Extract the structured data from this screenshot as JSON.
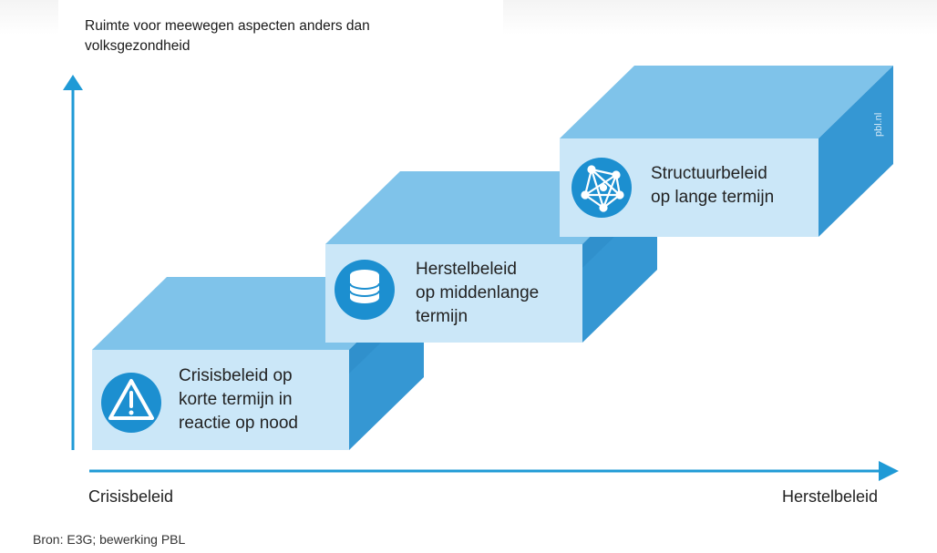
{
  "y_axis_title": [
    "Ruimte voor meewegen aspecten anders dan",
    "volksgezondheid"
  ],
  "x_axis": {
    "start_label": "Crisisbeleid",
    "end_label": "Herstelbeleid"
  },
  "steps": [
    {
      "lines": [
        "Crisisbeleid op",
        "korte termijn in",
        "reactie op nood"
      ],
      "icon": "warning-icon"
    },
    {
      "lines": [
        "Herstelbeleid",
        "op middenlange",
        "termijn"
      ],
      "icon": "database-icon"
    },
    {
      "lines": [
        "Structuurbeleid",
        "op lange termijn"
      ],
      "icon": "network-icon"
    }
  ],
  "watermark": "pbl.nl",
  "source": "Bron: E3G; bewerking PBL",
  "colors": {
    "top_face": "#7fc3ea",
    "front_face": "#cbe7f8",
    "side_face": "#3597d3",
    "axis": "#1f9ad6",
    "icon": "#1c8fd0"
  }
}
